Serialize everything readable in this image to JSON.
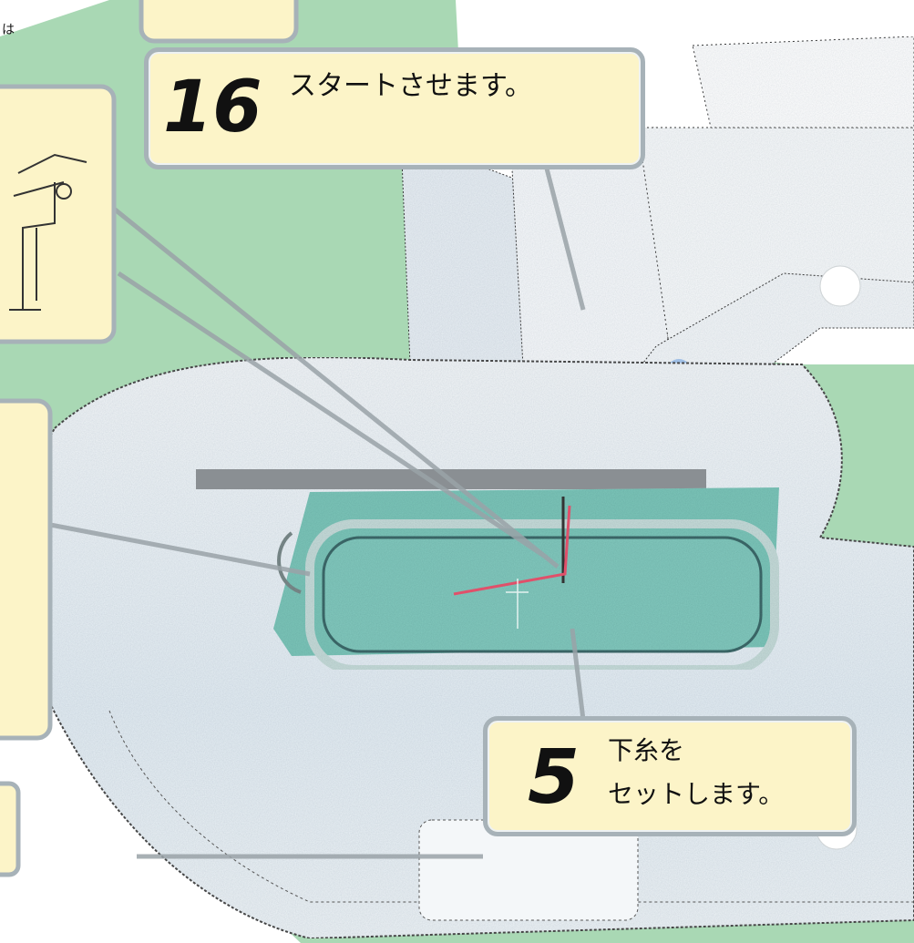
{
  "edge_text": "は",
  "steps": [
    {
      "number": "16",
      "text": "スタートさせます。"
    },
    {
      "number": "5",
      "line1": "下糸を",
      "line2": "セットします。"
    }
  ],
  "colors": {
    "background_green": "#a9d8b4",
    "callout_fill": "#fcf4c8",
    "callout_border": "#a7b2b8",
    "fabric": "#7cc6b9",
    "thread": "#e0506a",
    "button_blue": "#9fbfe6",
    "button_dark_blue": "#6f88d4"
  },
  "icons": [
    "sewing-machine-illustration",
    "presser-foot-illustration",
    "embroidery-hoop",
    "needle"
  ]
}
